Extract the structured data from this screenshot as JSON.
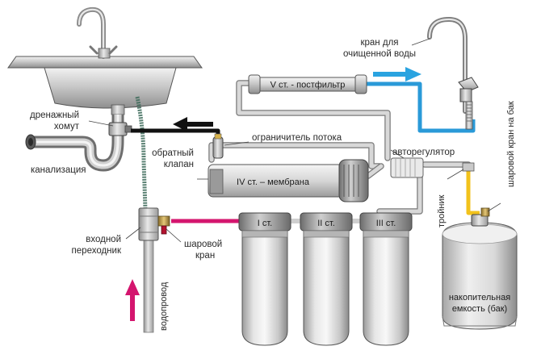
{
  "labels": {
    "drain_clamp": [
      "дренажный",
      "хомут"
    ],
    "sewer": "канализация",
    "check_valve": [
      "обратный",
      "клапан"
    ],
    "flow_limiter": "ограничитель потока",
    "inlet_adapter": [
      "входной",
      "переходник"
    ],
    "ball_valve": [
      "шаровой",
      "кран"
    ],
    "water_supply": "водопровод",
    "clean_tap": [
      "кран для",
      "очищенной воды"
    ],
    "auto_regulator": "авторегулятор",
    "tee": "тройник",
    "tank_valve": "шаровой кран на бак",
    "tank": [
      "накопительная",
      "емкость (бак)"
    ]
  },
  "stages": {
    "postfilter": "V ст. - постфильтр",
    "membrane": "IV ст. – мембрана",
    "stage1": "I ст.",
    "stage2": "II ст.",
    "stage3": "III ст."
  },
  "colors": {
    "purified_water": "#2a9ad8",
    "drain": "#111111",
    "feed_water": "#d4156e",
    "tank_line": "#f2c21c",
    "arrow_blue": "#2aa3e0",
    "arrow_magenta": "#d4156e"
  }
}
